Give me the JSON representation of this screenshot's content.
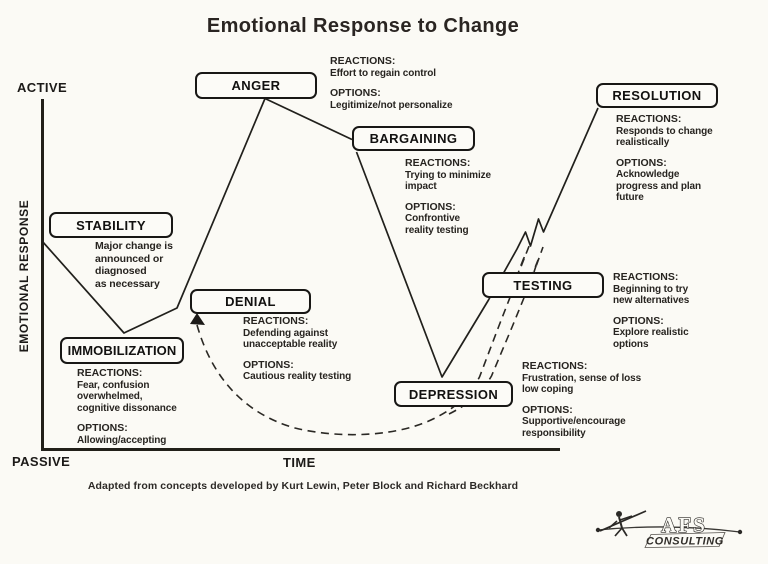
{
  "title": "Emotional Response to Change",
  "axes": {
    "top_label": "ACTIVE",
    "bottom_label": "PASSIVE",
    "y_label": "EMOTIONAL RESPONSE",
    "x_label": "TIME"
  },
  "labels": {
    "reactions": "REACTIONS:",
    "options": "OPTIONS:"
  },
  "stages": {
    "stability": {
      "label": "STABILITY",
      "caption": "Major change is\nannounced or\ndiagnosed\nas necessary"
    },
    "immobilization": {
      "label": "IMMOBILIZATION",
      "reactions": "Fear, confusion\noverwhelmed,\ncognitive dissonance",
      "options": "Allowing/accepting"
    },
    "denial": {
      "label": "DENIAL",
      "reactions": "Defending against\nunacceptable reality",
      "options": "Cautious reality testing"
    },
    "anger": {
      "label": "ANGER",
      "reactions": "Effort to regain control",
      "options": "Legitimize/not personalize"
    },
    "bargaining": {
      "label": "BARGAINING",
      "reactions": "Trying to minimize\nimpact",
      "options": "Confrontive\nreality testing"
    },
    "depression": {
      "label": "DEPRESSION",
      "reactions": "Frustration, sense of loss\nlow coping",
      "options": "Supportive/encourage\nresponsibility"
    },
    "testing": {
      "label": "TESTING",
      "reactions": "Beginning to try\nnew alternatives",
      "options": "Explore realistic\noptions"
    },
    "resolution": {
      "label": "RESOLUTION",
      "reactions": "Responds to change\nrealistically",
      "options": "Acknowledge\nprogress and plan\nfuture"
    }
  },
  "attribution": "Adapted from concepts developed by Kurt Lewin, Peter Block and Richard Beckhard",
  "logo": {
    "name": "AFS",
    "subtitle": "CONSULTING"
  },
  "colors": {
    "ink": "#1d1b19",
    "paper": "#fbfaf5"
  }
}
